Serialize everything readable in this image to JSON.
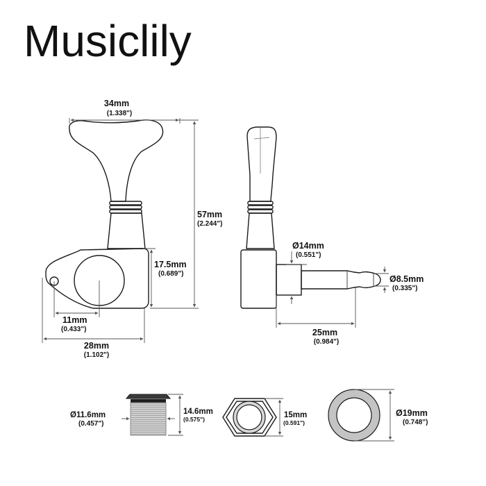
{
  "brand": "Musiclily",
  "dimensions": {
    "width_button": {
      "mm": "34mm",
      "in": "(1.338\")"
    },
    "height_total": {
      "mm": "57mm",
      "in": "(2.244\")"
    },
    "housing_height": {
      "mm": "17.5mm",
      "in": "(0.689\")"
    },
    "hole_spacing": {
      "mm": "11mm",
      "in": "(0.433\")"
    },
    "base_width": {
      "mm": "28mm",
      "in": "(1.102\")"
    },
    "bushing_dia": {
      "mm": "Ø14mm",
      "in": "(0.551\")"
    },
    "post_dia": {
      "mm": "Ø8.5mm",
      "in": "(0.335\")"
    },
    "post_length": {
      "mm": "25mm",
      "in": "(0.984\")"
    },
    "ferrule_dia": {
      "mm": "Ø11.6mm",
      "in": "(0.457\")"
    },
    "ferrule_height": {
      "mm": "14.6mm",
      "in": "(0.575\")"
    },
    "nut_size": {
      "mm": "15mm",
      "in": "(0.591\")"
    },
    "washer_dia": {
      "mm": "Ø19mm",
      "in": "(0.748\")"
    }
  },
  "colors": {
    "outline": "#1a1a1a",
    "dimension_line": "#555555",
    "part_gray": "#c8c8c8"
  }
}
